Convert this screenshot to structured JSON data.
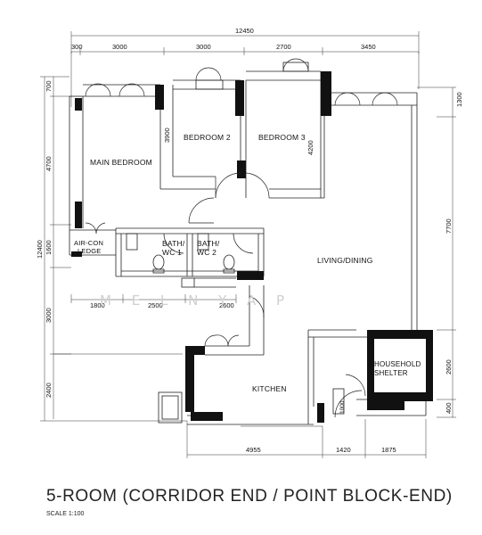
{
  "plan": {
    "title": "5-ROOM (CORRIDOR END / POINT BLOCK-END)",
    "scale": "SCALE  1:100",
    "watermark": "M E L   N   Y A P",
    "rooms": {
      "main_bedroom": "MAIN BEDROOM",
      "bedroom2": "BEDROOM 2",
      "bedroom3": "BEDROOM 3",
      "living_dining": "LIVING/DINING",
      "kitchen": "KITCHEN",
      "aircon_1": "AIR-CON",
      "aircon_2": "LEDGE",
      "bath1_1": "BATH/",
      "bath1_2": "WC  1",
      "bath2_1": "BATH/",
      "bath2_2": "WC  2",
      "shelter_1": "HOUSEHOLD",
      "shelter_2": "SHELTER"
    },
    "dims": {
      "top_total": "12450",
      "top_300": "300",
      "top_3000a": "3000",
      "top_3000b": "3000",
      "top_2700": "2700",
      "top_3450": "3450",
      "left_total": "12400",
      "left_700": "700",
      "left_4700": "4700",
      "left_1600": "1600",
      "left_3000": "3000",
      "left_2400": "2400",
      "right_1300": "1300",
      "right_7700": "7700",
      "right_2600": "2600",
      "right_400": "400",
      "inner_3900": "3900",
      "inner_4200": "4200",
      "inner_1800": "1800",
      "inner_2500": "2500",
      "inner_2600": "2600",
      "inner_1000": "1000",
      "bottom_4955": "4955",
      "bottom_1420": "1420",
      "bottom_1875": "1875"
    }
  }
}
